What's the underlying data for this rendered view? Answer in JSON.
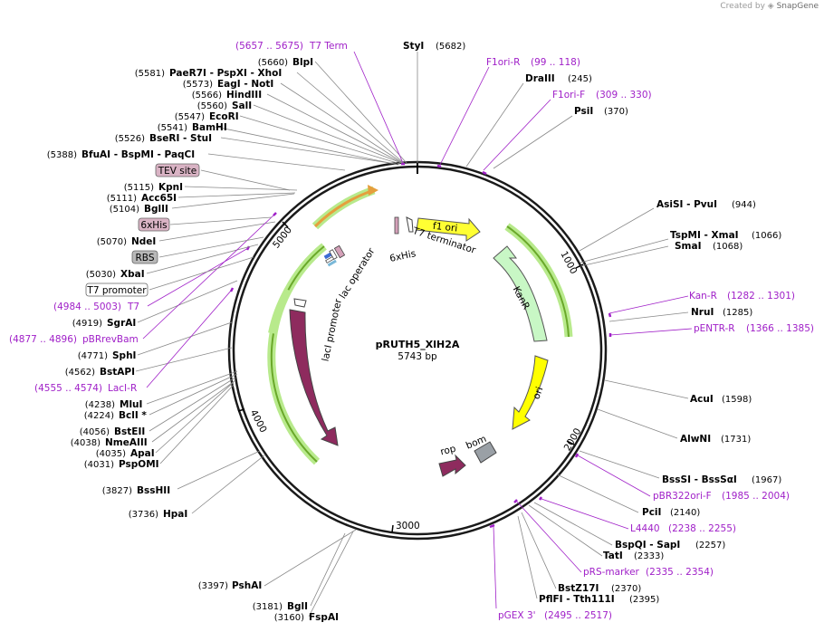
{
  "brand": {
    "prefix": "Created by",
    "name": "SnapGene"
  },
  "plasmid": {
    "name": "pRUTH5_XlH2A",
    "size": "5743 bp"
  },
  "ticks": [
    "1000",
    "2000",
    "3000",
    "4000",
    "5000"
  ],
  "colors": {
    "primer": "#a020c8",
    "feature_green": "#8fd14f",
    "lacI": "#8e2b5e",
    "ori": "#ffff00",
    "f1": "#ffff33",
    "kanR": "#c8f7c5"
  },
  "features": {
    "f1ori": "f1 ori",
    "kanR": "KanR",
    "ori": "ori",
    "bom": "bom",
    "rop": "rop",
    "lacI": "lacI",
    "lacIpromoter": "lacI promoter",
    "lacOperator": "lac operator",
    "t7term": "T7 terminator",
    "sixhis": "6xHis"
  },
  "sites": [
    {
      "pos": "(5682)",
      "name": "StyI"
    },
    {
      "pos": "(245)",
      "name": "DraIII"
    },
    {
      "pos": "(370)",
      "name": "PsiI"
    },
    {
      "pos": "(944)",
      "name": "AsiSI  - PvuI"
    },
    {
      "pos": "(1066)",
      "name": "TspMI  - XmaI"
    },
    {
      "pos": "(1068)",
      "name": "SmaI"
    },
    {
      "pos": "(1285)",
      "name": "NruI"
    },
    {
      "pos": "(1598)",
      "name": "AcuI"
    },
    {
      "pos": "(1731)",
      "name": "AlwNI"
    },
    {
      "pos": "(1967)",
      "name": "BssSI  - BssSαI"
    },
    {
      "pos": "(2140)",
      "name": "PciI"
    },
    {
      "pos": "(2257)",
      "name": "BspQI  - SapI"
    },
    {
      "pos": "(2333)",
      "name": "TatI"
    },
    {
      "pos": "(2370)",
      "name": "BstZ17I"
    },
    {
      "pos": "(2395)",
      "name": "PflFI  - Tth111I"
    },
    {
      "pos": "(3397)",
      "name": "PshAI"
    },
    {
      "pos": "(3181)",
      "name": "BglI"
    },
    {
      "pos": "(3160)",
      "name": "FspAI"
    },
    {
      "pos": "(3827)",
      "name": "BssHII"
    },
    {
      "pos": "(3736)",
      "name": "HpaI"
    },
    {
      "pos": "(4238)",
      "name": "MluI"
    },
    {
      "pos": "(4224)",
      "name": "BclI *"
    },
    {
      "pos": "(4056)",
      "name": "BstEII"
    },
    {
      "pos": "(4038)",
      "name": "NmeAIII"
    },
    {
      "pos": "(4035)",
      "name": "ApaI"
    },
    {
      "pos": "(4031)",
      "name": "PspOMI"
    },
    {
      "pos": "(4562)",
      "name": "BstAPI"
    },
    {
      "pos": "(4771)",
      "name": "SphI"
    },
    {
      "pos": "(4919)",
      "name": "SgrAI"
    },
    {
      "pos": "(5030)",
      "name": "XbaI"
    },
    {
      "pos": "(5070)",
      "name": "NdeI"
    },
    {
      "pos": "(5104)",
      "name": "BglII"
    },
    {
      "pos": "(5111)",
      "name": "Acc65I"
    },
    {
      "pos": "(5115)",
      "name": "KpnI"
    },
    {
      "pos": "(5388)",
      "name": "BfuAI  - BspMI  - PaqCI"
    },
    {
      "pos": "(5526)",
      "name": "BseRI  - StuI"
    },
    {
      "pos": "(5541)",
      "name": "BamHI"
    },
    {
      "pos": "(5547)",
      "name": "EcoRI"
    },
    {
      "pos": "(5560)",
      "name": "SalI"
    },
    {
      "pos": "(5566)",
      "name": "HindIII"
    },
    {
      "pos": "(5573)",
      "name": "EagI  - NotI"
    },
    {
      "pos": "(5581)",
      "name": "PaeR7I  - PspXI  - XhoI"
    },
    {
      "pos": "(5660)",
      "name": "BlpI"
    }
  ],
  "primers": [
    {
      "pos": "(5657 .. 5675)",
      "name": "T7 Term"
    },
    {
      "pos": "(99 .. 118)",
      "name": "F1ori-R"
    },
    {
      "pos": "(309 .. 330)",
      "name": "F1ori-F"
    },
    {
      "pos": "(1282 .. 1301)",
      "name": "Kan-R"
    },
    {
      "pos": "(1366 .. 1385)",
      "name": "pENTR-R"
    },
    {
      "pos": "(1985 .. 2004)",
      "name": "pBR322ori-F"
    },
    {
      "pos": "(2238 .. 2255)",
      "name": "L4440"
    },
    {
      "pos": "(2335 .. 2354)",
      "name": "pRS-marker"
    },
    {
      "pos": "(2495 .. 2517)",
      "name": "pGEX 3'"
    },
    {
      "pos": "(4984 .. 5003)",
      "name": "T7"
    },
    {
      "pos": "(4877 .. 4896)",
      "name": "pBRrevBam"
    },
    {
      "pos": "(4555 .. 4574)",
      "name": "LacI-R"
    }
  ],
  "boxed": [
    {
      "name": "TEV site"
    },
    {
      "name": "6xHis"
    },
    {
      "name": "RBS"
    },
    {
      "name": "T7 promoter"
    }
  ]
}
